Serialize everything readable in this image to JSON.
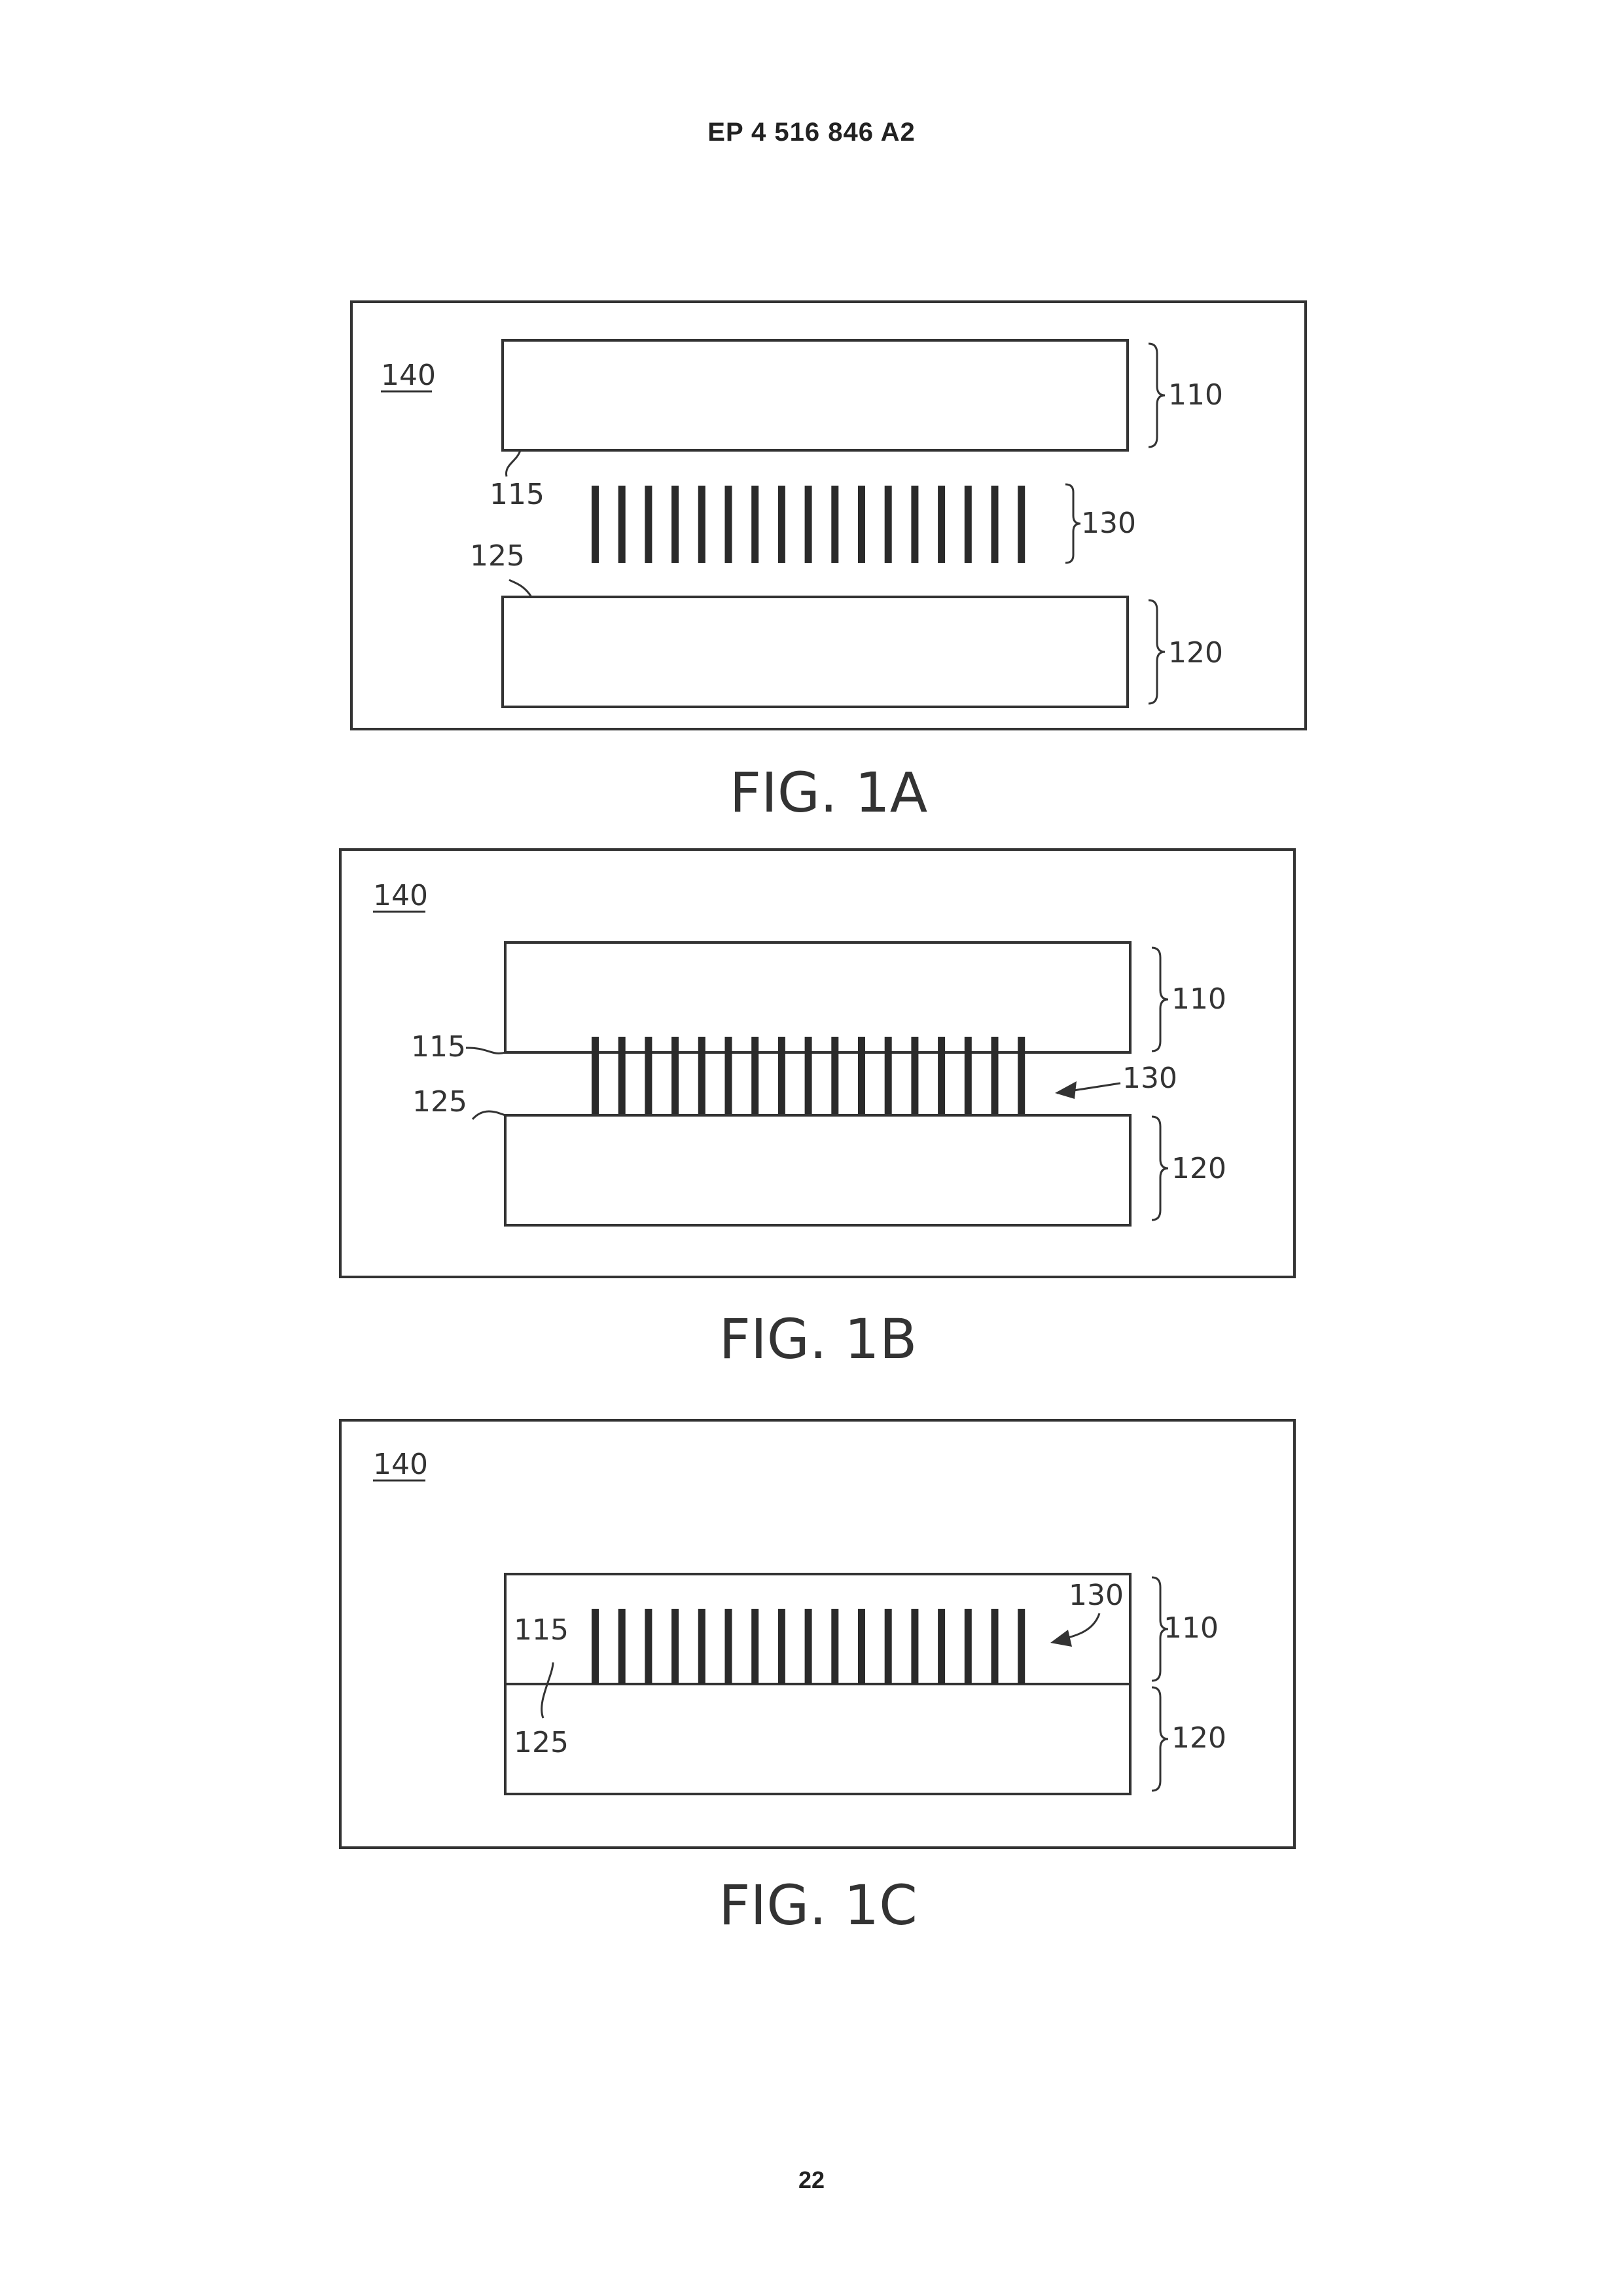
{
  "header": {
    "text": "EP 4 516 846 A2"
  },
  "page_number": "22",
  "figures": [
    {
      "caption": "FIG. 1A",
      "labels": {
        "chamber": "140",
        "top": "110",
        "top_surface": "115",
        "pillars": "130",
        "bottom_surface": "125",
        "bottom": "120"
      }
    },
    {
      "caption": "FIG. 1B",
      "labels": {
        "chamber": "140",
        "top": "110",
        "top_surface": "115",
        "pillars": "130",
        "bottom_surface": "125",
        "bottom": "120"
      }
    },
    {
      "caption": "FIG. 1C",
      "labels": {
        "chamber": "140",
        "top": "110",
        "top_surface": "115",
        "pillars": "130",
        "bottom_surface": "125",
        "bottom": "120"
      }
    }
  ],
  "colors": {
    "line": "#333333",
    "pillar": "#2a2a2a",
    "background": "#ffffff"
  }
}
